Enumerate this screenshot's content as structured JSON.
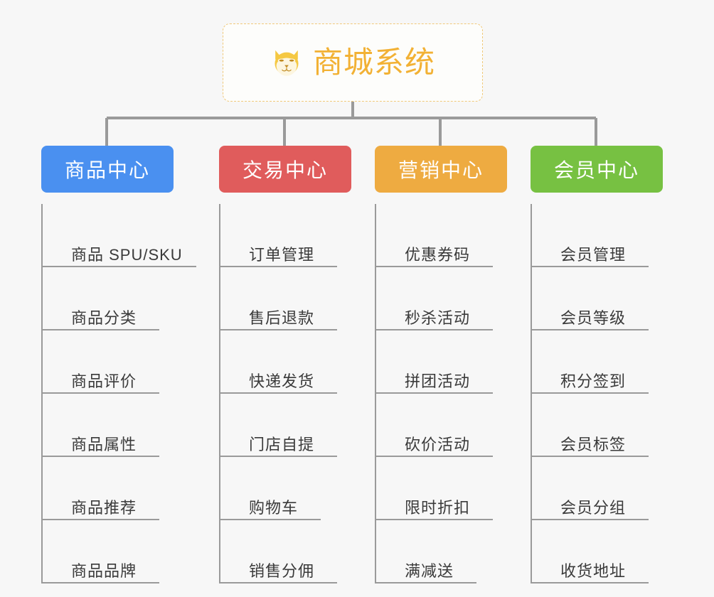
{
  "root": {
    "title": "商城系统",
    "icon": "shiba-dog-icon",
    "border_color": "#f0c97a",
    "text_color": "#f2b134",
    "background": "#fdfdfb"
  },
  "canvas": {
    "background": "#f7f7f7",
    "connector_color": "#9a9a9a"
  },
  "columns": [
    {
      "title": "商品中心",
      "color": "#4a90f0",
      "items": [
        "商品 SPU/SKU",
        "商品分类",
        "商品评价",
        "商品属性",
        "商品推荐",
        "商品品牌"
      ]
    },
    {
      "title": "交易中心",
      "color": "#e05c5c",
      "items": [
        "订单管理",
        "售后退款",
        "快递发货",
        "门店自提",
        "购物车",
        "销售分佣"
      ]
    },
    {
      "title": "营销中心",
      "color": "#eeab41",
      "items": [
        "优惠券码",
        "秒杀活动",
        "拼团活动",
        "砍价活动",
        "限时折扣",
        "满减送"
      ]
    },
    {
      "title": "会员中心",
      "color": "#77c142",
      "items": [
        "会员管理",
        "会员等级",
        "积分签到",
        "会员标签",
        "会员分组",
        "收货地址"
      ]
    }
  ]
}
